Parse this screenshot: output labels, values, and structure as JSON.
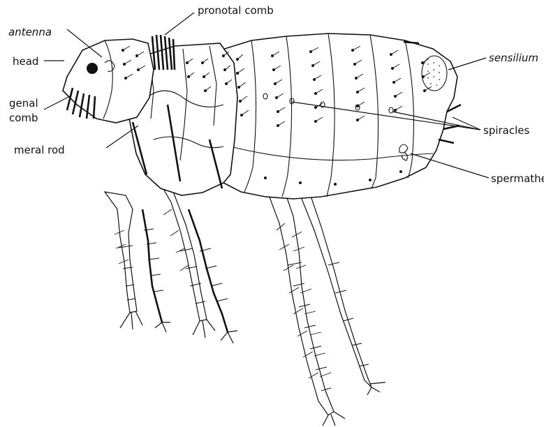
{
  "labels": {
    "pronotal_comb": "pronotal comb",
    "antenna": "antenna",
    "head": "head",
    "genal_comb_1": "genal",
    "genal_comb_2": "comb",
    "meral_rod": "meral rod",
    "sensilium": "sensilium",
    "spiracles": "spiracles",
    "spermatheca": "spermatheca"
  },
  "colors": {
    "ink": "#111111",
    "background": "#ffffff"
  }
}
